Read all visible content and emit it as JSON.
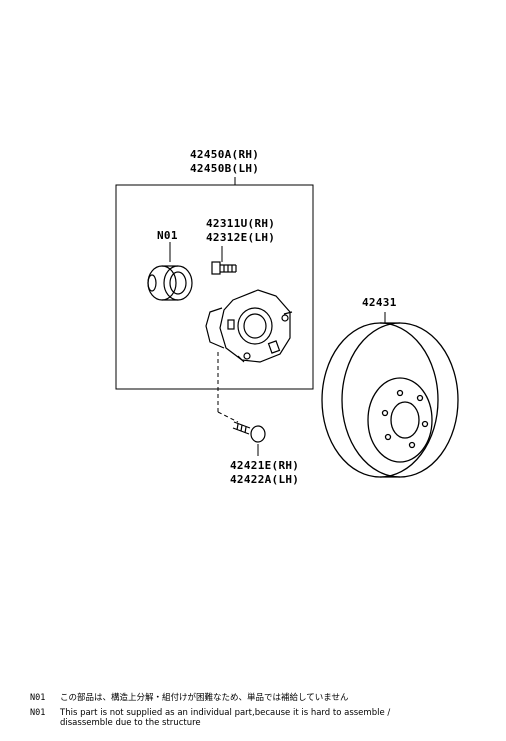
{
  "labels": {
    "hub_assy": [
      "42450A(RH)",
      "42450B(LH)"
    ],
    "n01": "N01",
    "hub_sub": [
      "42311U(RH)",
      "42312E(LH)"
    ],
    "disc": "42431",
    "bolt": [
      "42421E(RH)",
      "42422A(LH)"
    ]
  },
  "notes": [
    {
      "code": "N01",
      "text": "この部品は、構造上分解・組付けが困難なため、単品では補給していません"
    },
    {
      "code": "N01",
      "text": "This part is not supplied as an individual part,because it is hard to assemble /",
      "text2": "disassemble due to the structure"
    }
  ]
}
